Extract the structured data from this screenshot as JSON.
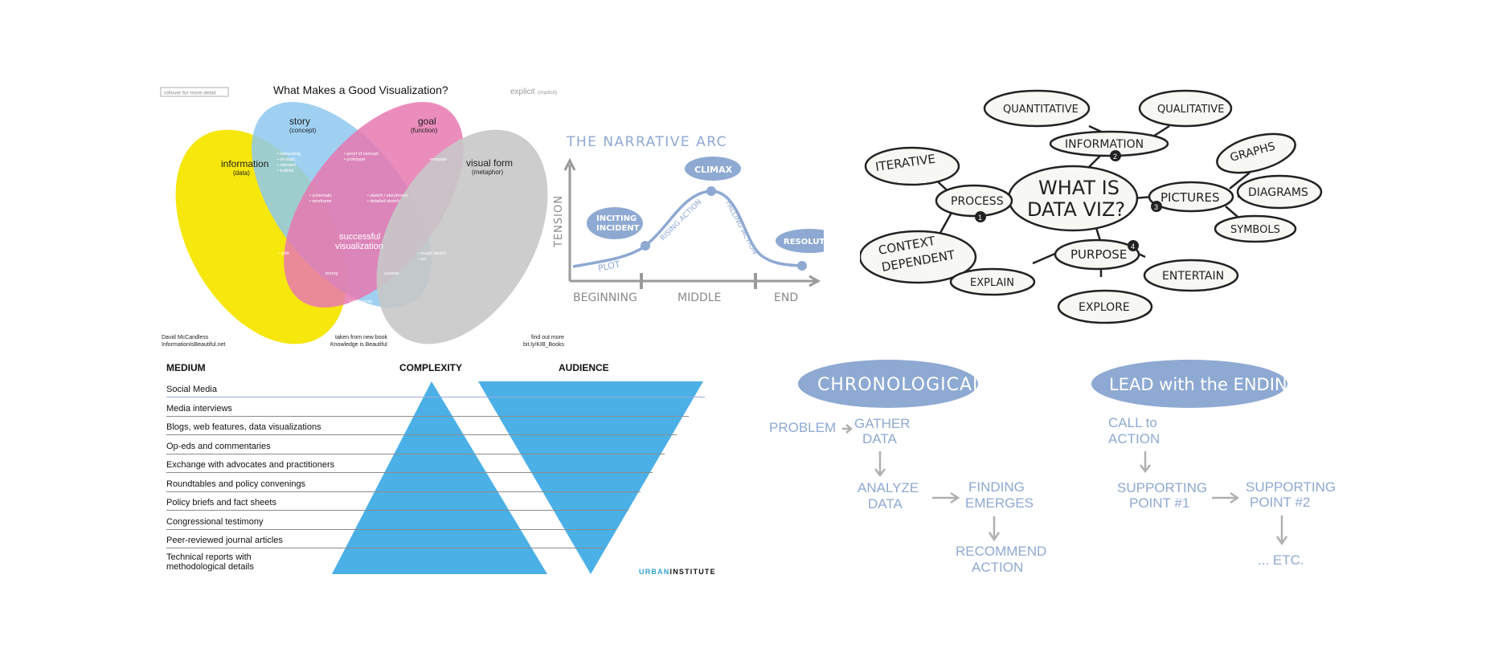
{
  "venn": {
    "rollover": "rollover for more detail",
    "title": "What Makes a Good Visualization?",
    "explicit": "explicit",
    "implicit": "(implicit)",
    "sets": [
      {
        "name": "information",
        "sub": "(data)",
        "color": "#f5e600"
      },
      {
        "name": "story",
        "sub": "(concept)",
        "color": "#8ec8f0"
      },
      {
        "name": "goal",
        "sub": "(function)",
        "color": "#e879b0"
      },
      {
        "name": "visual form",
        "sub": "(metaphor)",
        "color": "#c8c8c8"
      }
    ],
    "center_line1": "successful",
    "center_line2": "visualization",
    "tiny_labels": {
      "info_story": "• interesting\n• on-topic\n• relevant\n• truthful",
      "story_goal": "• proof of concept\n• prototype",
      "goal_visual": "template",
      "info_story_goal": "• schematic\n• wireframe",
      "story_goal_visual": "• sketch / storyboard\n• detailed sketch",
      "info_only": "• plot",
      "visual_only": "• rough sketch\n• art",
      "info_goal": "boring",
      "goal_visual_bottom": "useless",
      "bottom": "• eye candy\n• eye-catching\n• pure data-viz"
    },
    "credit_author": "David McCandless",
    "credit_site": "InformationIsBeautiful.net",
    "credit_book_1": "taken from new book",
    "credit_book_2": "Knowledge is Beautiful",
    "credit_more_1": "find out more",
    "credit_more_2": "bit.ly/KIB_Books"
  },
  "arc": {
    "title": "THE NARRATIVE ARC",
    "y_label": "TENSION",
    "x_labels": [
      "BEGINNING",
      "MIDDLE",
      "END"
    ],
    "climax": "CLIMAX",
    "inciting_1": "INCITING",
    "inciting_2": "INCIDENT",
    "resolution": "RESOLUTION",
    "plot": "PLOT",
    "rising": "RISING ACTION",
    "falling": "FALLING ACTION",
    "color": "#8ea9d2"
  },
  "mindmap": {
    "center_1": "WHAT IS",
    "center_2": "DATA VIZ?",
    "nodes": {
      "quantitative": "QUANTITATIVE",
      "qualitative": "QUALITATIVE",
      "information": "INFORMATION",
      "iterative": "ITERATIVE",
      "process": "PROCESS",
      "context_1": "CONTEXT",
      "context_2": "DEPENDENT",
      "pictures": "PICTURES",
      "graphs": "GRAPHS",
      "diagrams": "DIAGRAMS",
      "symbols": "SYMBOLS",
      "purpose": "PURPOSE",
      "explain": "EXPLAIN",
      "explore": "EXPLORE",
      "entertain": "ENTERTAIN"
    },
    "badges": {
      "process": "1",
      "information": "2",
      "pictures": "3",
      "purpose": "4"
    }
  },
  "urban": {
    "headers": {
      "medium": "MEDIUM",
      "complexity": "COMPLEXITY",
      "audience": "AUDIENCE"
    },
    "rows": [
      "Social Media",
      "Media interviews",
      "Blogs, web features, data visualizations",
      "Op-eds and commentaries",
      "Exchange with advocates and practitioners",
      "Roundtables and policy convenings",
      "Policy briefs and fact sheets",
      "Congressional testimony",
      "Peer-reviewed journal articles",
      "Technical reports with methodological details"
    ],
    "logo_urban": "URBAN",
    "logo_institute": "INSTITUTE",
    "color": "#4ab0e6"
  },
  "flows": {
    "chronological": "CHRONOLOGICAL",
    "problem": "PROBLEM",
    "gather_1": "GATHER",
    "gather_2": "DATA",
    "analyze_1": "ANALYZE",
    "analyze_2": "DATA",
    "finding_1": "FINDING",
    "finding_2": "EMERGES",
    "recommend_1": "RECOMMEND",
    "recommend_2": "ACTION",
    "lead": "LEAD with the ENDING",
    "call_1": "CALL to",
    "call_2": "ACTION",
    "support1_1": "SUPPORTING",
    "support1_2": "POINT #1",
    "support2_1": "SUPPORTING",
    "support2_2": "POINT #2",
    "etc": "... ETC.",
    "color": "#8ea9d2"
  }
}
